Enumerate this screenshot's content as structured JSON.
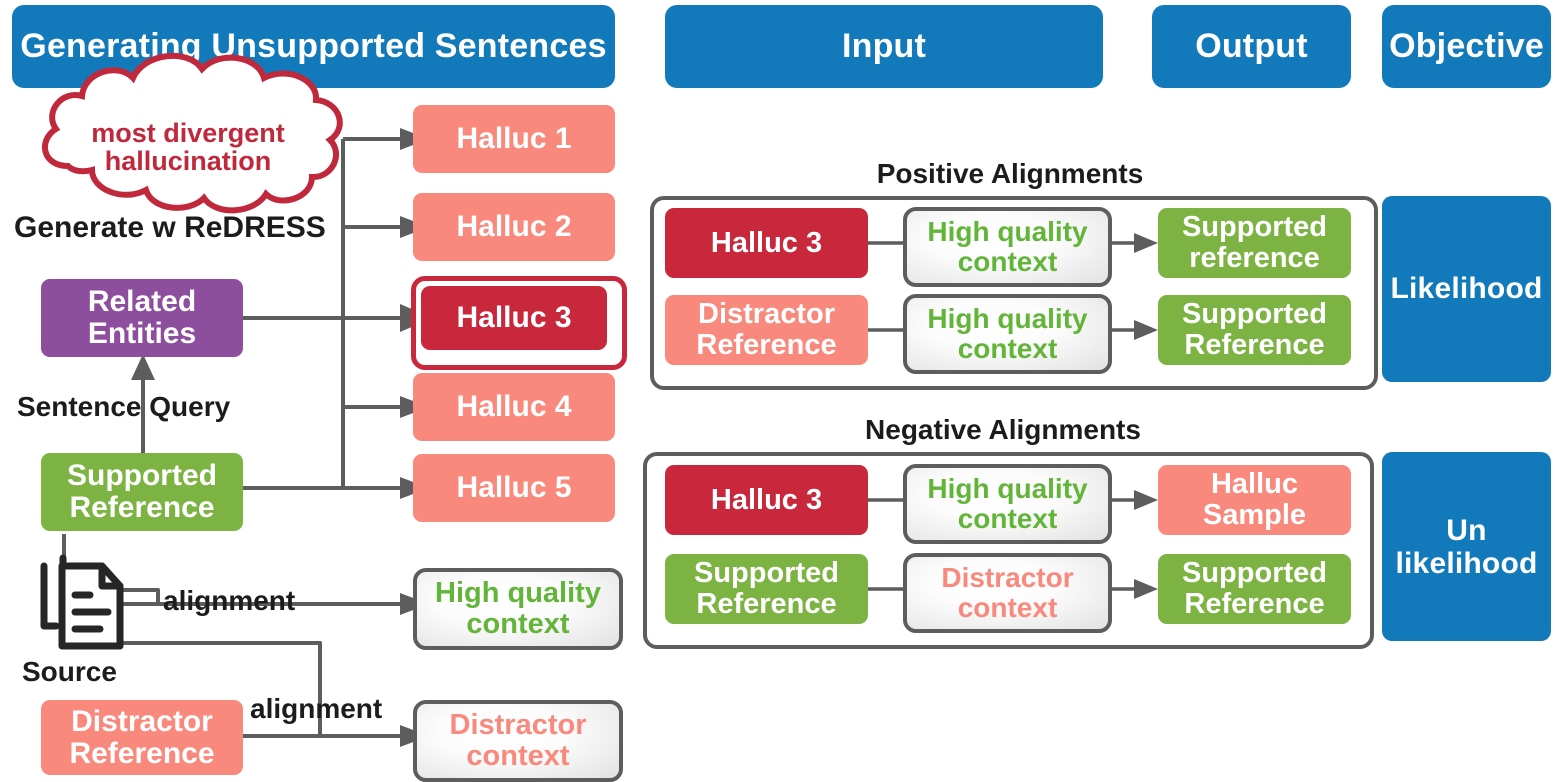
{
  "headers": [
    {
      "label": "Generating Unsupported Sentences",
      "name": "header-generating"
    },
    {
      "label": "Input",
      "name": "header-input"
    },
    {
      "label": "Output",
      "name": "header-output"
    },
    {
      "label": "Objective",
      "name": "header-objective"
    }
  ],
  "left": {
    "cloud": {
      "line1": "most divergent",
      "line2": "hallucination"
    },
    "generate_label": "Generate w ReDRESS",
    "sentence_query_label": "Sentence Query",
    "source_label": "Source",
    "alignment_label_1": "alignment",
    "alignment_label_2": "alignment",
    "related_entities": {
      "line1": "Related",
      "line2": "Entities"
    },
    "supported_reference": {
      "line1": "Supported",
      "line2": "Reference"
    },
    "distractor_reference": {
      "line1": "Distractor",
      "line2": "Reference"
    },
    "hallucs": [
      {
        "label": "Halluc 1"
      },
      {
        "label": "Halluc 2"
      },
      {
        "label": "Halluc 3"
      },
      {
        "label": "Halluc 4"
      },
      {
        "label": "Halluc 5"
      }
    ],
    "contexts": [
      {
        "line1": "High quality",
        "line2": "context",
        "kind": "good"
      },
      {
        "line1": "Distractor",
        "line2": "context",
        "kind": "bad"
      }
    ]
  },
  "right": {
    "positive": {
      "title": "Positive Alignments",
      "objective": "Likelihood",
      "rows": [
        {
          "input": {
            "line1": "Halluc 3",
            "line2": ""
          },
          "context": {
            "line1": "High quality",
            "line2": "context",
            "kind": "good"
          },
          "output": {
            "line1": "Supported",
            "line2": "reference"
          }
        },
        {
          "input": {
            "line1": "Distractor",
            "line2": "Reference"
          },
          "context": {
            "line1": "High quality",
            "line2": "context",
            "kind": "good"
          },
          "output": {
            "line1": "Supported",
            "line2": "Reference"
          }
        }
      ]
    },
    "negative": {
      "title": "Negative Alignments",
      "objective_line1": "Un",
      "objective_line2": "likelihood",
      "rows": [
        {
          "input": {
            "line1": "Halluc 3",
            "line2": ""
          },
          "context": {
            "line1": "High quality",
            "line2": "context",
            "kind": "good"
          },
          "output": {
            "line1": "Halluc",
            "line2": "Sample"
          }
        },
        {
          "input": {
            "line1": "Supported",
            "line2": "Reference"
          },
          "context": {
            "line1": "Distractor",
            "line2": "context",
            "kind": "bad"
          },
          "output": {
            "line1": "Supported",
            "line2": "Reference"
          }
        }
      ]
    }
  },
  "colors": {
    "blue": "#1279ba",
    "salmon": "#f9897c",
    "crimson": "#c9283c",
    "green": "#7cb342",
    "purple": "#8e4e9e",
    "context_green_text": "#62b539",
    "wire": "#5d5d5d",
    "cloud_outline": "#c0283c"
  }
}
